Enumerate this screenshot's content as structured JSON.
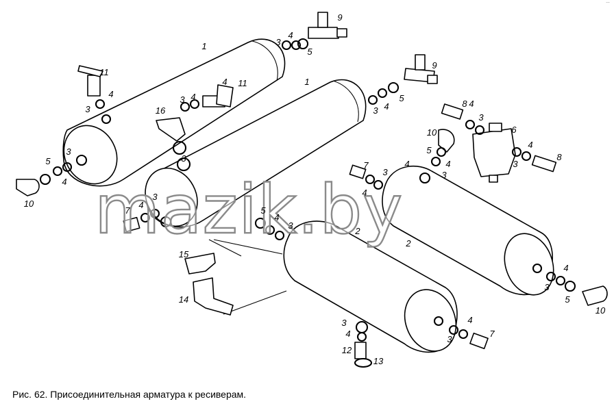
{
  "figure": {
    "caption": "Рис. 62. Присоединительная арматура к ресиверам.",
    "watermark": "mazik.by",
    "corner_mark": "…"
  },
  "callouts": [
    {
      "id": "c1a",
      "text": "1"
    },
    {
      "id": "c1b",
      "text": "1"
    },
    {
      "id": "c2a",
      "text": "2"
    },
    {
      "id": "c2b",
      "text": "2"
    },
    {
      "id": "c3a",
      "text": "3"
    },
    {
      "id": "c3b",
      "text": "3"
    },
    {
      "id": "c3c",
      "text": "3"
    },
    {
      "id": "c3d",
      "text": "3"
    },
    {
      "id": "c3e",
      "text": "3"
    },
    {
      "id": "c3f",
      "text": "3"
    },
    {
      "id": "c3g",
      "text": "3"
    },
    {
      "id": "c3h",
      "text": "3"
    },
    {
      "id": "c3i",
      "text": "3"
    },
    {
      "id": "c3j",
      "text": "3"
    },
    {
      "id": "c3k",
      "text": "3"
    },
    {
      "id": "c3l",
      "text": "3"
    },
    {
      "id": "c3m",
      "text": "3"
    },
    {
      "id": "c3n",
      "text": "3"
    },
    {
      "id": "c3o",
      "text": "3"
    },
    {
      "id": "c4a",
      "text": "4"
    },
    {
      "id": "c4b",
      "text": "4"
    },
    {
      "id": "c4c",
      "text": "4"
    },
    {
      "id": "c4d",
      "text": "4"
    },
    {
      "id": "c4e",
      "text": "4"
    },
    {
      "id": "c4f",
      "text": "4"
    },
    {
      "id": "c4g",
      "text": "4"
    },
    {
      "id": "c4h",
      "text": "4"
    },
    {
      "id": "c4i",
      "text": "4"
    },
    {
      "id": "c4j",
      "text": "4"
    },
    {
      "id": "c4k",
      "text": "4"
    },
    {
      "id": "c4l",
      "text": "4"
    },
    {
      "id": "c4m",
      "text": "4"
    },
    {
      "id": "c4n",
      "text": "4"
    },
    {
      "id": "c4o",
      "text": "4"
    },
    {
      "id": "c4p",
      "text": "4"
    },
    {
      "id": "c5a",
      "text": "5"
    },
    {
      "id": "c5b",
      "text": "5"
    },
    {
      "id": "c5c",
      "text": "5"
    },
    {
      "id": "c5d",
      "text": "5"
    },
    {
      "id": "c5e",
      "text": "5"
    },
    {
      "id": "c5f",
      "text": "5"
    },
    {
      "id": "c6",
      "text": "6"
    },
    {
      "id": "c7a",
      "text": "7"
    },
    {
      "id": "c7b",
      "text": "7"
    },
    {
      "id": "c7c",
      "text": "7"
    },
    {
      "id": "c8a",
      "text": "8"
    },
    {
      "id": "c8b",
      "text": "8"
    },
    {
      "id": "c9a",
      "text": "9"
    },
    {
      "id": "c9b",
      "text": "9"
    },
    {
      "id": "c10a",
      "text": "10"
    },
    {
      "id": "c10b",
      "text": "10"
    },
    {
      "id": "c10c",
      "text": "10"
    },
    {
      "id": "c11a",
      "text": "11"
    },
    {
      "id": "c11b",
      "text": "11"
    },
    {
      "id": "c12",
      "text": "12"
    },
    {
      "id": "c13",
      "text": "13"
    },
    {
      "id": "c14",
      "text": "14"
    },
    {
      "id": "c15",
      "text": "15"
    },
    {
      "id": "c16",
      "text": "16"
    }
  ]
}
